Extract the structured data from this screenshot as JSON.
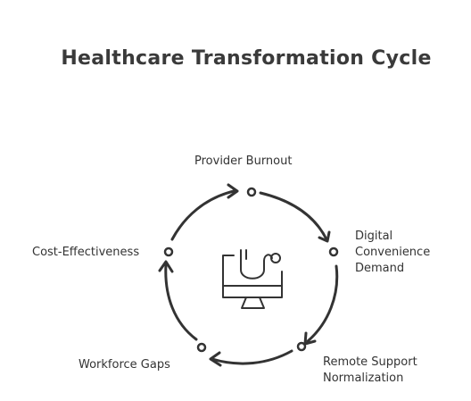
{
  "title": "Healthcare Transformation Cycle",
  "cycle": {
    "stages": [
      {
        "label": "Provider Burnout"
      },
      {
        "label": "Digital\nConvenience\nDemand"
      },
      {
        "label": "Remote Support\nNormalization"
      },
      {
        "label": "Workforce Gaps"
      },
      {
        "label": "Cost-Effectiveness"
      }
    ],
    "center_icon": "telehealth-monitor-stethoscope-icon"
  },
  "colors": {
    "stroke": "#333333",
    "text": "#333333",
    "background": "#ffffff"
  }
}
